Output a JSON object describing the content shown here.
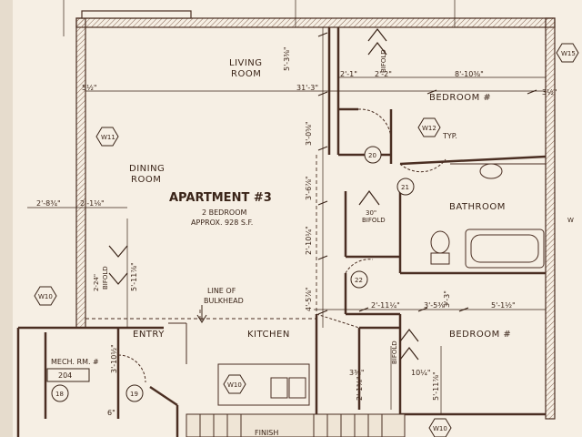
{
  "colors": {
    "ink": "#3a2418",
    "paper": "#f6efe4",
    "wall": "#4a2e22",
    "hatch": "#8b6a58"
  },
  "plan": {
    "apartment_title": "APARTMENT #3",
    "apartment_desc_1": "2 BEDROOM",
    "apartment_desc_2": "APPROX. 928 S.F.",
    "rooms": {
      "living_1": "LIVING",
      "living_2": "ROOM",
      "dining_1": "DINING",
      "dining_2": "ROOM",
      "bedroom_top": "BEDROOM #",
      "bathroom": "BATHROOM",
      "kitchen": "KITCHEN",
      "bedroom_bottom": "BEDROOM #",
      "entry": "ENTRY",
      "mech_1": "MECH. RM. #",
      "mech_2": "204",
      "finish": "FINISH"
    },
    "notes": {
      "bulkhead_1": "LINE OF",
      "bulkhead_2": "BULKHEAD",
      "bifold_center_1": "30\"",
      "bifold_center_2": "BIFOLD",
      "bifold_top": "BIFOLD",
      "bifold_left": "BIFOLD",
      "bifold_bottom": "BIFOLD",
      "typ": "TYP."
    },
    "tags": {
      "w11": "W11",
      "w12": "W12",
      "w10_left": "W10",
      "w10_bottom": "W10",
      "w10_center": "W10",
      "w15": "W15",
      "w_right": "W"
    },
    "doors": {
      "d20": "20",
      "d21": "21",
      "d22": "22",
      "d19": "19",
      "d18": "18"
    },
    "dimensions": {
      "d_5_3_8": "5'-3⅜\"",
      "d_31_3": "31'-3\"",
      "d_5_half": "5½\"",
      "d_2_1": "2'-1\"",
      "d_2_2": "2'-2\"",
      "d_8_10": "8'-10⅜\"",
      "d_3_0_a": "3'-0⅝\"",
      "d_3_6": "3'-6⅞\"",
      "d_2_10": "2'-10¼\"",
      "d_4_5": "4'-5⅞\"",
      "d_2_8": "2'-8¾\"",
      "d_2_1_left": "2'-1⅛\"",
      "d_2_24": "2-24\"",
      "d_5_11": "5'-11⅞\"",
      "d_3_10": "3'-10½\"",
      "d_2_11": "2'-11¼\"",
      "d_3_5": "3'-5⅜\"",
      "d_3_3": "3'-3\"",
      "d_5_1": "5'-1½\"",
      "d_2_1_bot": "2'-1⅝\"",
      "d_10": "10¼\"",
      "d_5_11_b": "5'-11⅞\"",
      "d_3_8": "3⅜\"",
      "d_6": "6\"",
      "d_3_half_r": "3½\""
    }
  }
}
